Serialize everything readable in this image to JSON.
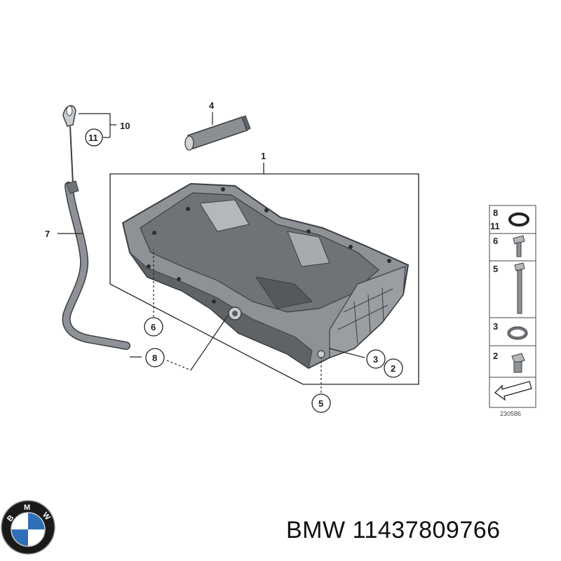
{
  "diagram": {
    "callouts": {
      "c1": "1",
      "c2": "2",
      "c3": "3",
      "c4": "4",
      "c5": "5",
      "c6": "6",
      "c7": "7",
      "c8": "8",
      "c10": "10",
      "c11": "11"
    },
    "side_panel": {
      "rows": [
        {
          "labels": [
            "8",
            "11"
          ],
          "icon": "o-ring-icon"
        },
        {
          "labels": [
            "6"
          ],
          "icon": "short-bolt-icon"
        },
        {
          "labels": [
            "5"
          ],
          "icon": "long-bolt-icon"
        },
        {
          "labels": [
            "3"
          ],
          "icon": "sealing-washer-icon"
        },
        {
          "labels": [
            "2"
          ],
          "icon": "drain-plug-icon"
        },
        {
          "labels": [],
          "icon": "arrow-icon"
        }
      ],
      "diagram_code": "230586"
    }
  },
  "logo": {
    "letters": [
      "B",
      "M",
      "W"
    ],
    "colors": {
      "ring": "#1a1a1a",
      "blue": "#2f6fb8",
      "white": "#ffffff"
    }
  },
  "caption": {
    "brand": "BMW",
    "part_number": "11437809766"
  }
}
